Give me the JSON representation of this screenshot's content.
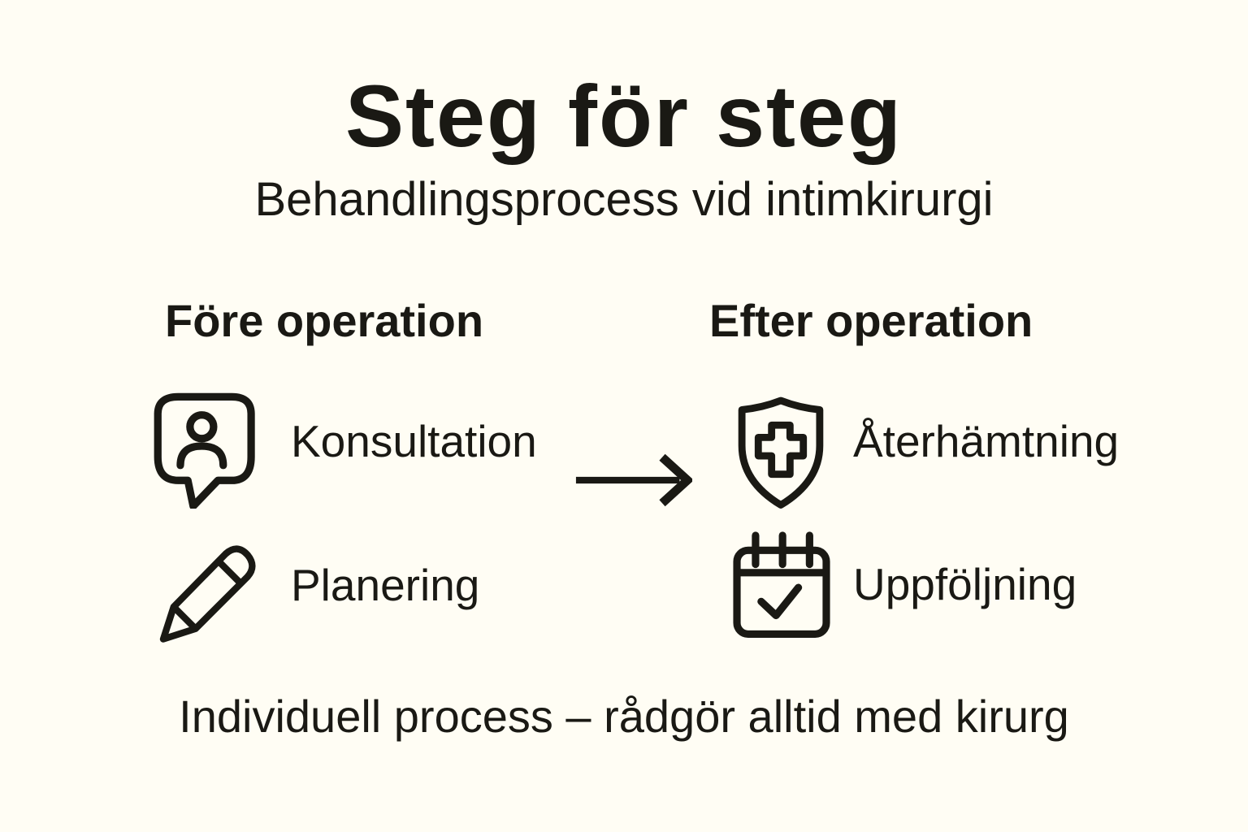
{
  "page": {
    "title": "Steg för steg",
    "subtitle": "Behandlingsprocess vid intimkirurgi",
    "footer_note": "Individuell process – rådgör alltid med kirurg"
  },
  "process": {
    "before": {
      "header": "Före operation",
      "steps": [
        {
          "icon": "speech-bubble-person-icon",
          "label": "Konsultation"
        },
        {
          "icon": "pencil-icon",
          "label": "Planering"
        }
      ]
    },
    "after": {
      "header": "Efter operation",
      "steps": [
        {
          "icon": "shield-medical-cross-icon",
          "label": "Återhämtning"
        },
        {
          "icon": "calendar-check-icon",
          "label": "Uppföljning"
        }
      ]
    },
    "flow_arrow_icon": "right-arrow-icon"
  },
  "colors": {
    "background": "#FFFDF4",
    "ink": "#1A1914"
  }
}
